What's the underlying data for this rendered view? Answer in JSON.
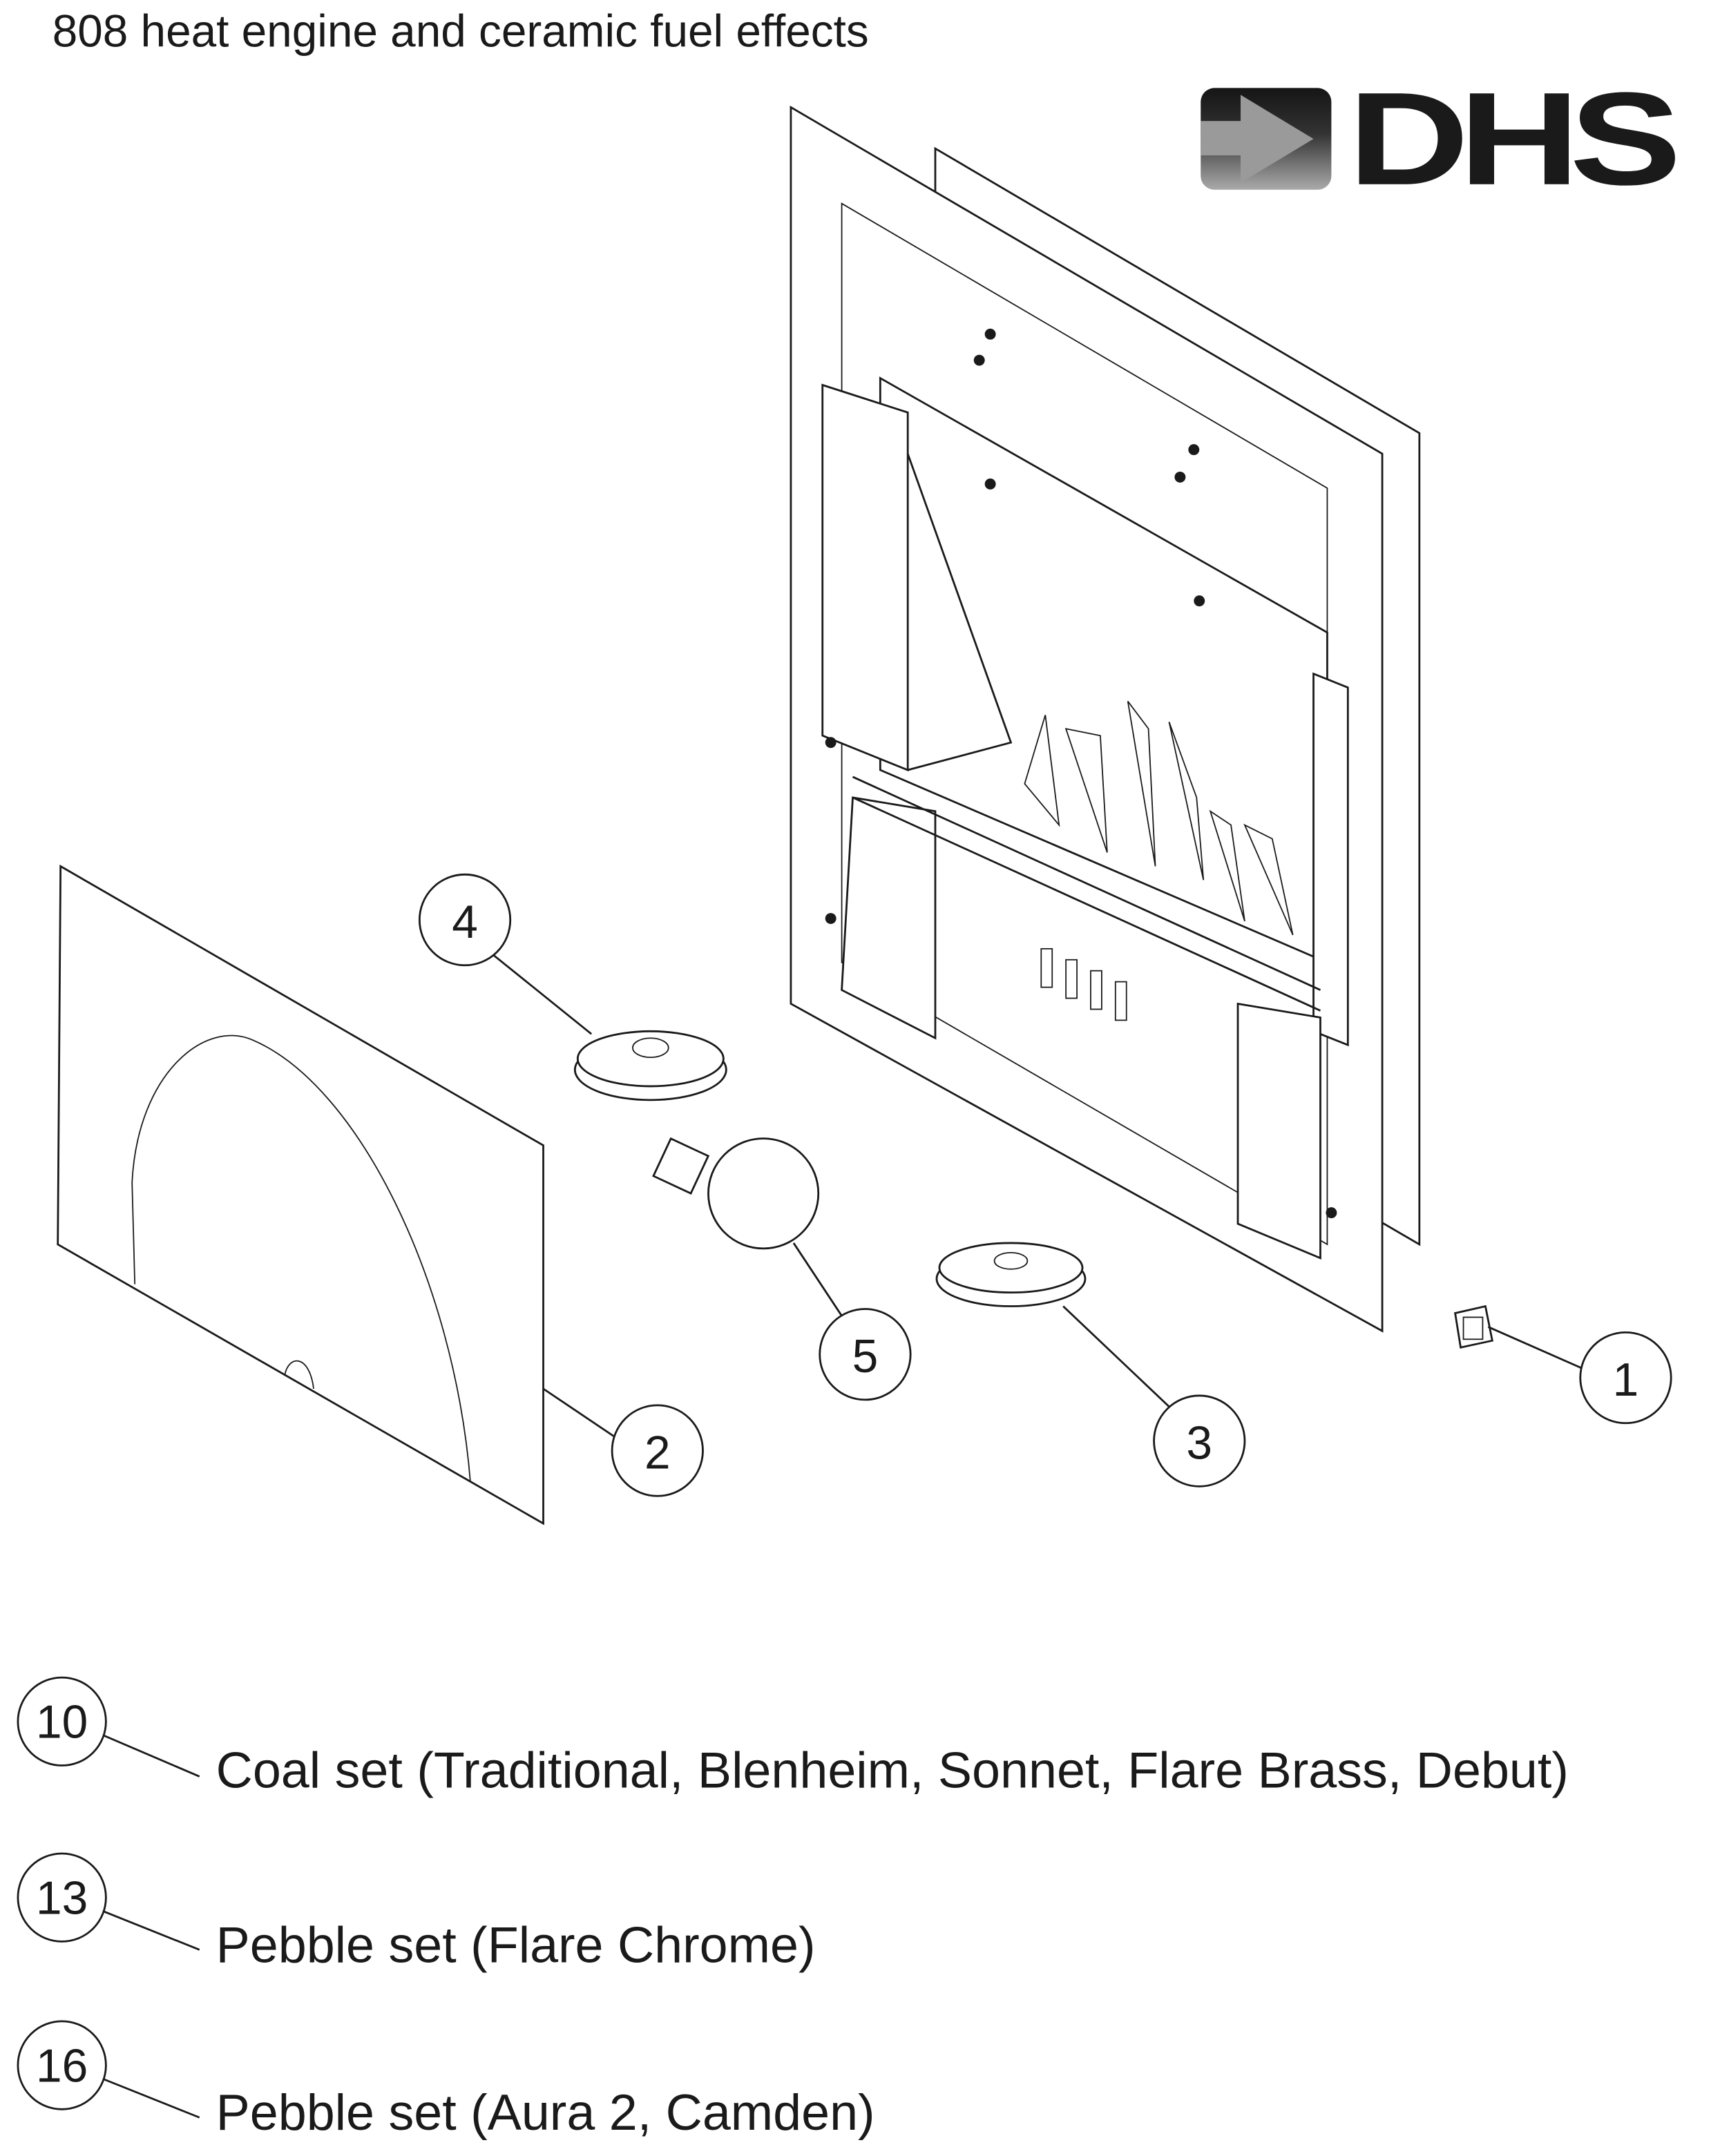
{
  "title": "808 heat engine and ceramic fuel effects",
  "logo": {
    "text": "DHS",
    "icon": "arrow-right-icon"
  },
  "callouts": [
    {
      "number": "1"
    },
    {
      "number": "2"
    },
    {
      "number": "3"
    },
    {
      "number": "4"
    },
    {
      "number": "5"
    }
  ],
  "parts_list": [
    {
      "number": "10",
      "label": "Coal set (Traditional, Blenheim, Sonnet, Flare Brass, Debut)"
    },
    {
      "number": "13",
      "label": "Pebble set (Flare Chrome)"
    },
    {
      "number": "16",
      "label": "Pebble set (Aura 2, Camden)"
    }
  ]
}
